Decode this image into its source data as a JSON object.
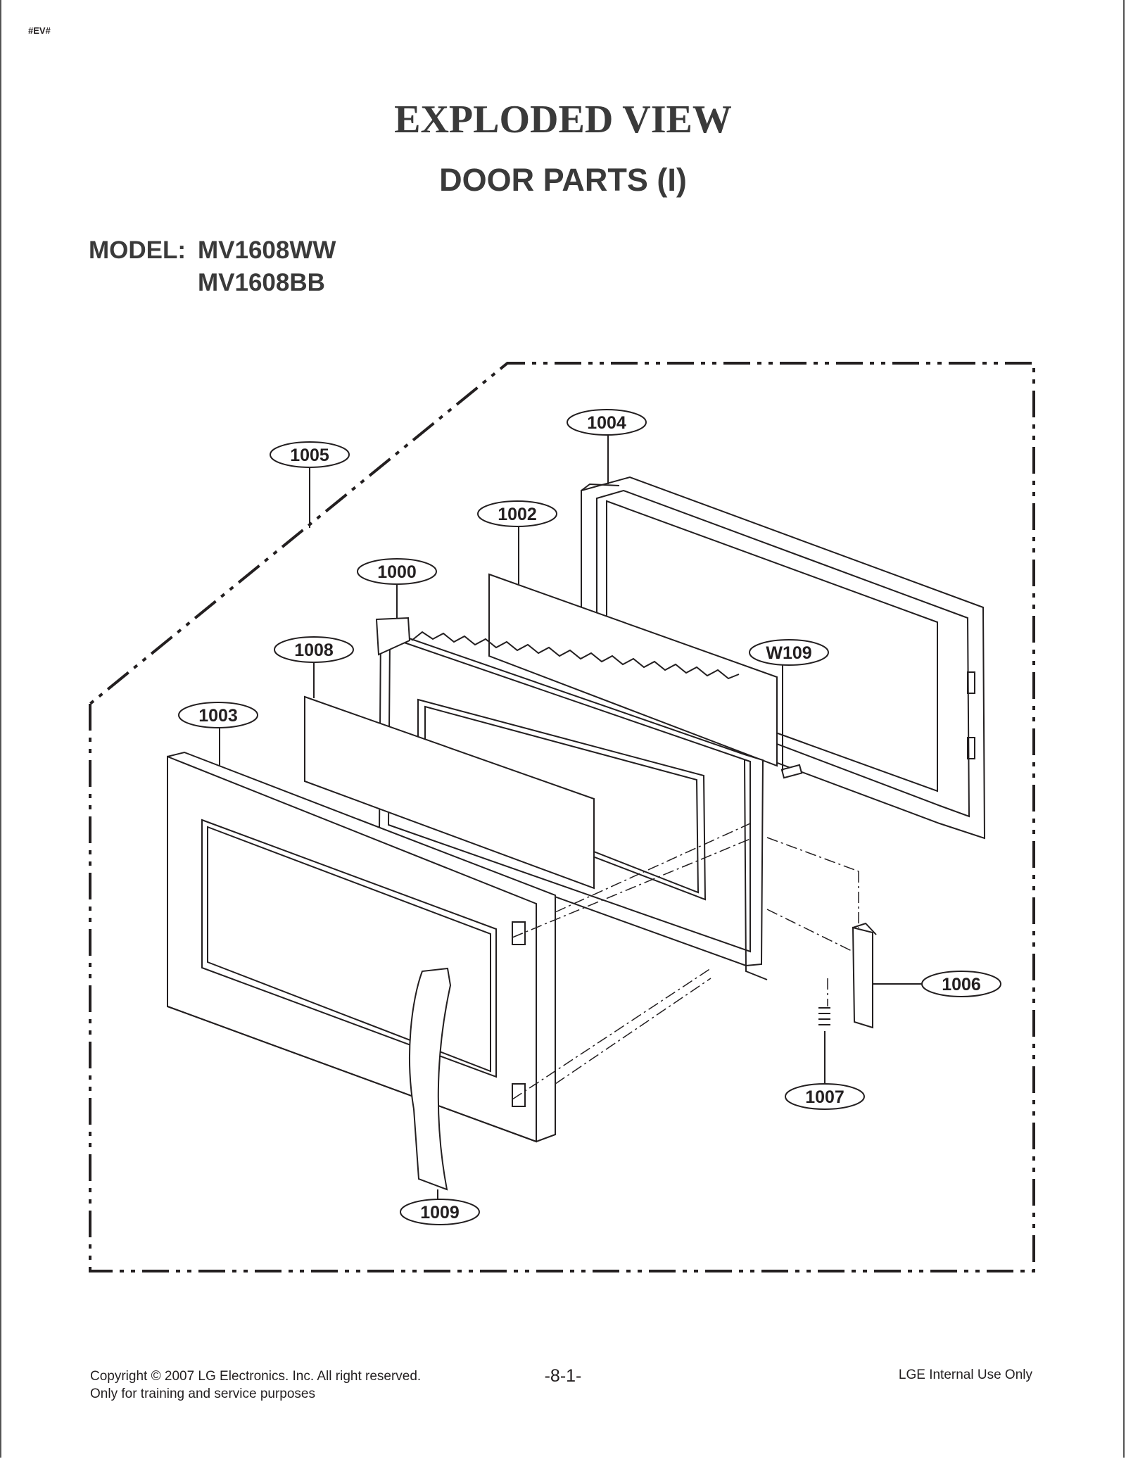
{
  "doc_code": "#EV#",
  "title": "EXPLODED VIEW",
  "subtitle": "DOOR PARTS (I)",
  "model": {
    "label": "MODEL:",
    "numbers": [
      "MV1608WW",
      "MV1608BB"
    ]
  },
  "callouts": [
    "1004",
    "1005",
    "1002",
    "1000",
    "1008",
    "W109",
    "1003",
    "1006",
    "1007",
    "1009"
  ],
  "footer": {
    "copyright": "Copyright © 2007 LG Electronics. Inc. All right reserved.",
    "purpose": "Only for training and service purposes",
    "page_number": "-8-1-",
    "internal": "LGE Internal Use Only"
  }
}
